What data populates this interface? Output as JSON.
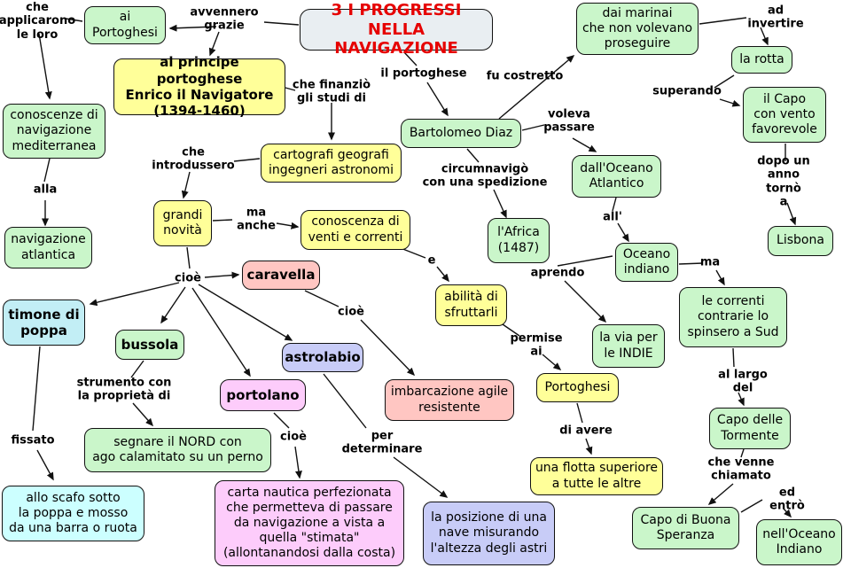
{
  "diagram": {
    "title": "3 I PROGRESSI NELLA NAVIGAZIONE",
    "language": "it",
    "colors": {
      "concept_green": "#caf6ca",
      "concept_yellow": "#ffff99",
      "concept_salmon": "#ffc6c2",
      "concept_cyan": "#c2eef5",
      "concept_cyan_light": "#ccffff",
      "concept_lavender": "#c8ccf7",
      "concept_pink": "#fdccfb",
      "title_background": "#e9eef2",
      "title_text": "#e60000",
      "line_color": "#111111"
    }
  },
  "nodes": {
    "title": "3 I PROGRESSI NELLA\nNAVIGAZIONE",
    "ai_portoghesi": "ai\nPortoghesi",
    "dai_marinai": "dai marinai\nche non volevano\nproseguire",
    "la_rotta": "la rotta",
    "al_principe": "al principe portoghese\nEnrico il Navigatore\n(1394-1460)",
    "il_capo": "il Capo\ncon vento\nfavorevole",
    "bartolomeo": "Bartolomeo Diaz",
    "cartografi": "cartografi geografi\ningegneri astronomi",
    "dall_oceano": "dall'Oceano\nAtlantico",
    "lisbona": "Lisbona",
    "conoscenze_mediterranea": "conoscenze di\nnavigazione\nmediterranea",
    "grandi_novita": "grandi\nnovità",
    "conoscenza_venti": "conoscenza di\nventi e correnti",
    "africa": "l'Africa\n(1487)",
    "oceano_indiano": "Oceano\nindiano",
    "navigazione_atlantica": "navigazione\natlantica",
    "caravella": "caravella",
    "abilita": "abilità di\nsfruttarli",
    "correnti_sud": "le correnti\ncontrarie lo\nspinsero a Sud",
    "timone": "timone di\npoppa",
    "via_indie": "la via per\nle INDIE",
    "bussola": "bussola",
    "astrolabio": "astrolabio",
    "portolano": "portolano",
    "imbarcazione": "imbarcazione agile\nresistente",
    "portoghesi": "Portoghesi",
    "capo_tormente": "Capo delle\nTormente",
    "segnare_nord": "segnare il NORD con\nago calamitato su un perno",
    "flotta": "una flotta superiore\na tutte le altre",
    "allo_scafo": "allo scafo sotto\nla poppa e mosso\nda una barra o ruota",
    "carta_nautica": "carta nautica perfezionata\nche permetteva di passare\nda navigazione a vista a\nquella \"stimata\"\n(allontanandosi dalla costa)",
    "posizione": "la posizione di una\nnave misurando\nl'altezza degli astri",
    "capo_buona": "Capo di Buona\nSperanza",
    "nell_oceano": "nell'Oceano\nIndiano"
  },
  "labels": {
    "che_applicarono": "che\napplicarono\nle loro",
    "avvennero": "avvennero\ngrazie",
    "ad_invertire": "ad\ninvertire",
    "il_portoghese": "il portoghese",
    "fu_costretto": "fu costretto",
    "superando": "superando",
    "che_finanzio": "che finanziò\ngli studi di",
    "voleva_passare": "voleva\npassare",
    "dopo_un_anno": "dopo un\nanno tornò\na",
    "che_introdussero": "che\nintrodussero",
    "circumnavigo": "circumnavigò\ncon una spedizione",
    "all_apostrofo": "all'",
    "alla": "alla",
    "ma_anche": "ma\nanche",
    "ma": "ma",
    "e": "e",
    "aprendo": "aprendo",
    "cioe1": "cioè",
    "cioe2": "cioè",
    "cioe3": "cioè",
    "permise_ai": "permise\nai",
    "strumento": "strumento con\nla proprietà di",
    "al_largo": "al largo\ndel",
    "per_determinare": "per\ndeterminare",
    "di_avere": "di avere",
    "fissato": "fissato",
    "che_venne": "che venne\nchiamato",
    "ed_entro": "ed\nentrò"
  }
}
